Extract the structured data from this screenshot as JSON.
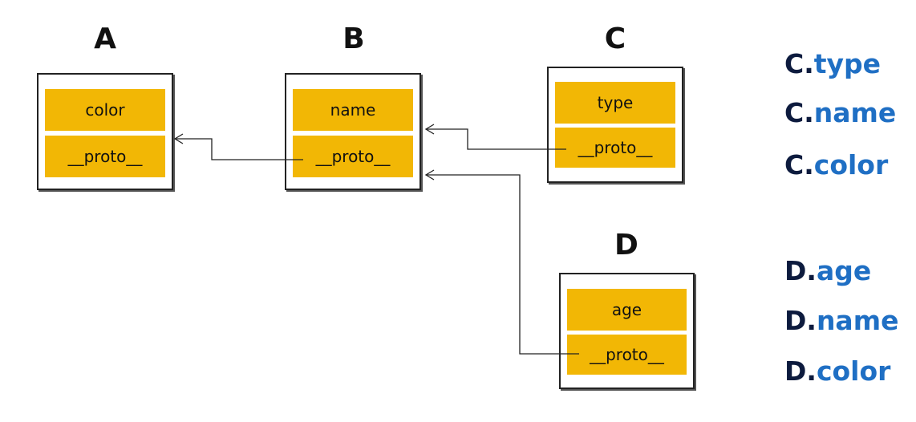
{
  "objects": {
    "A": {
      "title": "A",
      "field": "color",
      "proto": "__proto__"
    },
    "B": {
      "title": "B",
      "field": "name",
      "proto": "__proto__"
    },
    "C": {
      "title": "C",
      "field": "type",
      "proto": "__proto__"
    },
    "D": {
      "title": "D",
      "field": "age",
      "proto": "__proto__"
    }
  },
  "lookups": {
    "C": [
      {
        "obj": "C.",
        "prop": "type"
      },
      {
        "obj": "C.",
        "prop": "name"
      },
      {
        "obj": "C.",
        "prop": "color"
      }
    ],
    "D": [
      {
        "obj": "D.",
        "prop": "age"
      },
      {
        "obj": "D.",
        "prop": "name"
      },
      {
        "obj": "D.",
        "prop": "color"
      }
    ]
  },
  "colors": {
    "field_fill": "#f2b705",
    "object_text": "#0d1b3e",
    "property_text": "#1f6fc4",
    "line": "#222222"
  }
}
